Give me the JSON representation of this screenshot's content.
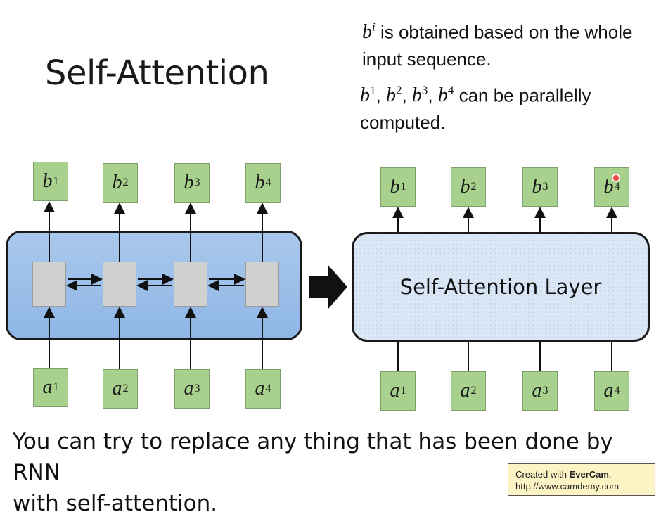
{
  "title": "Self-Attention",
  "notes": {
    "line1_symbol": "b",
    "line1_sup": "i",
    "line1_text": " is obtained based on the whole input sequence.",
    "line2_symbols": [
      "b",
      "b",
      "b",
      "b"
    ],
    "line2_sups": [
      "1",
      "2",
      "3",
      "4"
    ],
    "line2_text": " can be parallelly computed."
  },
  "rnn_diagram": {
    "outputs": [
      {
        "sym": "b",
        "sup": "1"
      },
      {
        "sym": "b",
        "sup": "2"
      },
      {
        "sym": "b",
        "sup": "3"
      },
      {
        "sym": "b",
        "sup": "4"
      }
    ],
    "inputs": [
      {
        "sym": "a",
        "sup": "1"
      },
      {
        "sym": "a",
        "sup": "2"
      },
      {
        "sym": "a",
        "sup": "3"
      },
      {
        "sym": "a",
        "sup": "4"
      }
    ]
  },
  "attention_diagram": {
    "layer_label": "Self-Attention Layer",
    "outputs": [
      {
        "sym": "b",
        "sup": "1"
      },
      {
        "sym": "b",
        "sup": "2"
      },
      {
        "sym": "b",
        "sup": "3"
      },
      {
        "sym": "b",
        "sup": "4"
      }
    ],
    "inputs": [
      {
        "sym": "a",
        "sup": "1"
      },
      {
        "sym": "a",
        "sup": "2"
      },
      {
        "sym": "a",
        "sup": "3"
      },
      {
        "sym": "a",
        "sup": "4"
      }
    ]
  },
  "bottom_text_line1": "You can try to replace any thing that has been done by RNN",
  "bottom_text_line2": "with self-attention.",
  "watermark": {
    "line1_prefix": "Created with ",
    "line1_brand": "EverCam",
    "line1_suffix": ".",
    "line2": "http://www.camdemy.com"
  },
  "colors": {
    "token_box": "#a9d18e",
    "rnn_block": "#8fb6e6",
    "attention_block": "#dbe7f5",
    "cell": "#d0d0d0",
    "watermark_bg": "#fdf4c6"
  }
}
